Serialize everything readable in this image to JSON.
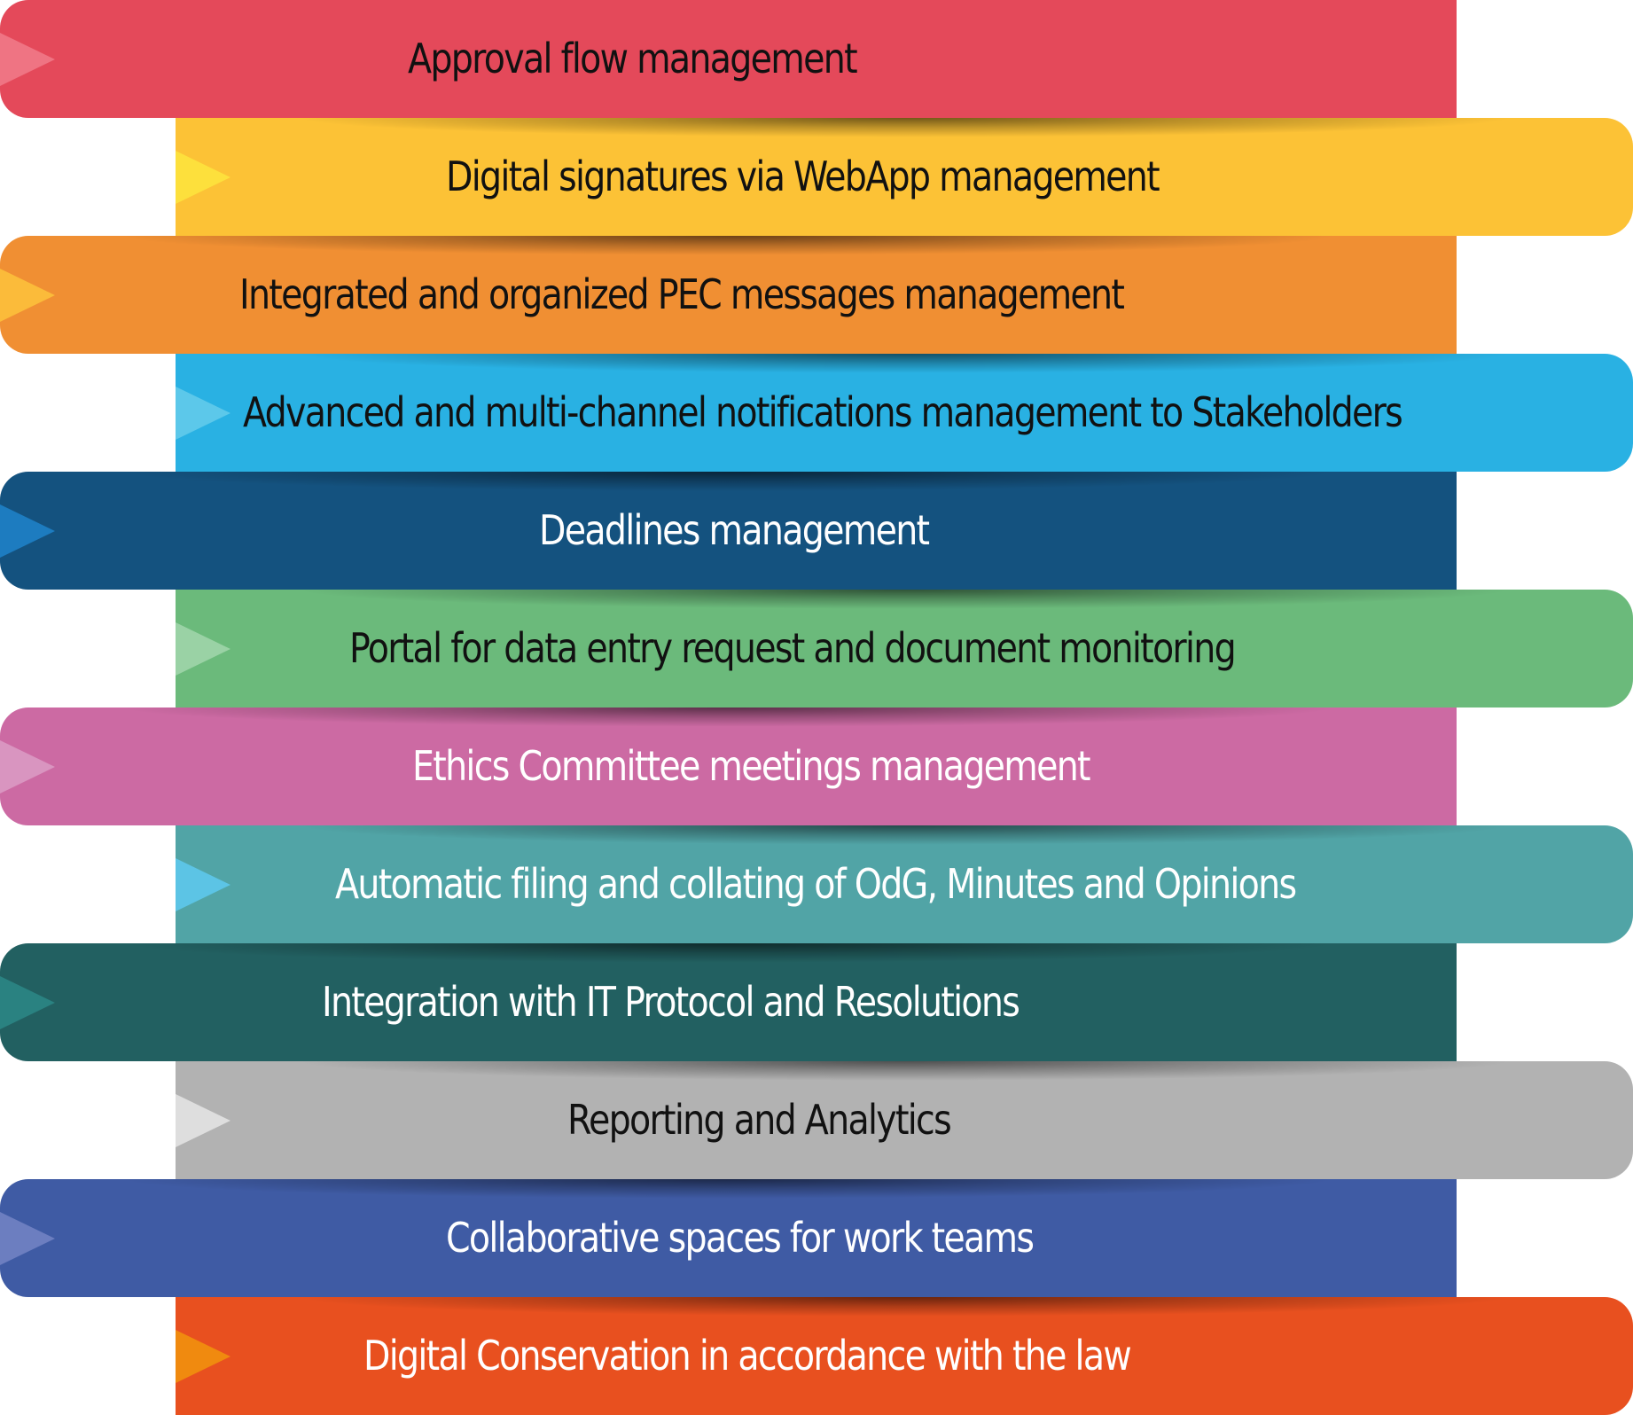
{
  "items": [
    {
      "label": "Approval flow management",
      "color": "#e4495a",
      "arrow_color": "#ef7483",
      "text_color": "#111111"
    },
    {
      "label": "Digital signatures via WebApp management",
      "color": "#fcc236",
      "arrow_color": "#fde03c",
      "text_color": "#111111"
    },
    {
      "label": "Integrated and organized PEC messages management",
      "color": "#f08f33",
      "arrow_color": "#fbbb3a",
      "text_color": "#111111"
    },
    {
      "label": "Advanced and multi-channel notifications management to Stakeholders",
      "color": "#29b1e3",
      "arrow_color": "#5cc8ea",
      "text_color": "#111111"
    },
    {
      "label": "Deadlines management",
      "color": "#14527f",
      "arrow_color": "#1d7cc0",
      "text_color": "#ffffff"
    },
    {
      "label": "Portal for data entry request and document monitoring",
      "color": "#6bba7b",
      "arrow_color": "#9ad2a5",
      "text_color": "#111111"
    },
    {
      "label": "Ethics Committee meetings management",
      "color": "#cc6aa3",
      "arrow_color": "#d995c0",
      "text_color": "#ffffff"
    },
    {
      "label": "Automatic filing and collating of OdG, Minutes and Opinions",
      "color": "#51a4a6",
      "arrow_color": "#5cc4e5",
      "text_color": "#ffffff"
    },
    {
      "label": "Integration with IT Protocol and Resolutions",
      "color": "#226061",
      "arrow_color": "#2a8281",
      "text_color": "#ffffff"
    },
    {
      "label": "Reporting and Analytics",
      "color": "#b2b2b2",
      "arrow_color": "#dedede",
      "text_color": "#111111"
    },
    {
      "label": "Collaborative spaces for work teams",
      "color": "#3f5ba4",
      "arrow_color": "#6c7ec0",
      "text_color": "#ffffff"
    },
    {
      "label": "Digital Conservation in accordance with the law",
      "color": "#e8501f",
      "arrow_color": "#f08a0f",
      "text_color": "#ffffff"
    }
  ]
}
